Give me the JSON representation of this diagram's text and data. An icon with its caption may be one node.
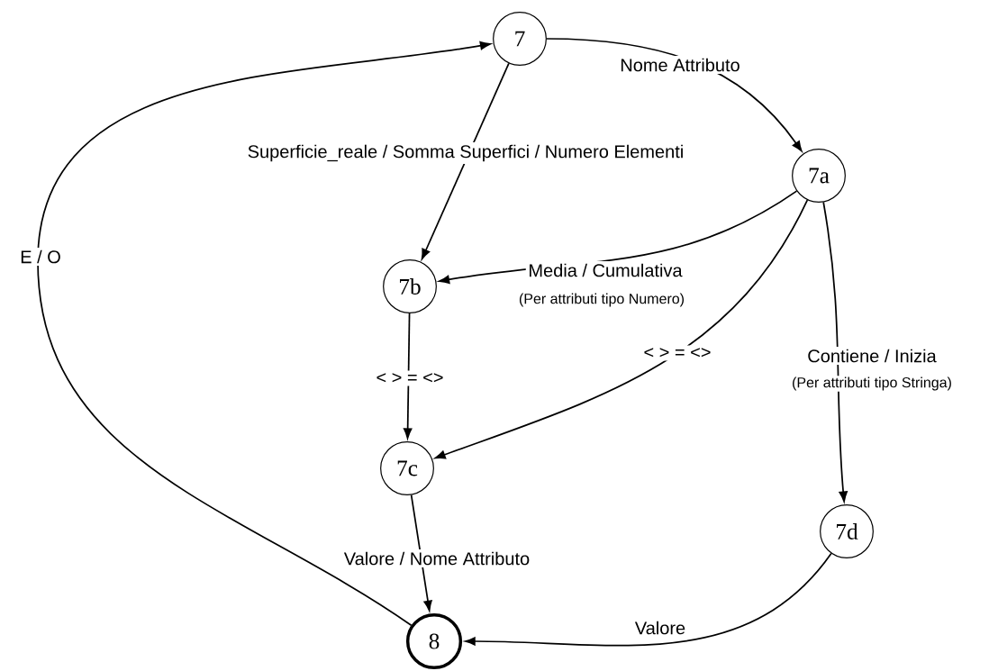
{
  "diagram": {
    "nodes": [
      {
        "text": [
          "7"
        ]
      },
      {
        "text": [
          "7a"
        ]
      },
      {
        "text": [
          "7b"
        ]
      },
      {
        "text": [
          "7c"
        ]
      },
      {
        "text": [
          "7d"
        ]
      },
      {
        "text": [
          "8"
        ]
      }
    ],
    "edges": [
      {
        "from": 0,
        "to": 1,
        "arrow": "to",
        "label": "Nome Attributo"
      },
      {
        "from": 0,
        "to": 2,
        "arrow": "to",
        "label": "Superficie_reale / Somma Superfici / Numero Elementi"
      },
      {
        "from": 1,
        "to": 2,
        "arrow": "to",
        "label": "Media / Cumulativa"
      },
      {
        "from": 1,
        "to": 3,
        "arrow": "to",
        "label": "<   >   =   <>"
      },
      {
        "from": 1,
        "to": 4,
        "arrow": "to",
        "label": "Contiene / Inizia"
      },
      {
        "from": 2,
        "to": 3,
        "arrow": "to",
        "label": "<   >   =   <>"
      },
      {
        "from": 3,
        "to": 5,
        "arrow": "to",
        "label": "Valore  / Nome Attributo"
      },
      {
        "from": 4,
        "to": 5,
        "arrow": "to",
        "label": "Valore"
      },
      {
        "from": 5,
        "to": 0,
        "arrow": "to",
        "label": "E / O"
      }
    ],
    "labels": [
      "(Per attributi tipo Numero)",
      "(Per attributi tipo Stringa)"
    ]
  }
}
